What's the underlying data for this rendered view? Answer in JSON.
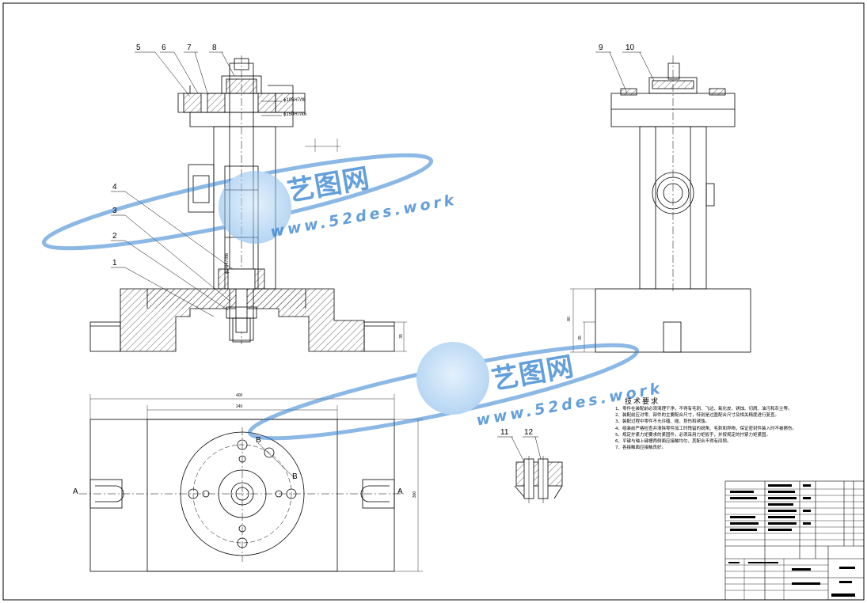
{
  "drawing": {
    "part_numbers": [
      "1",
      "2",
      "3",
      "4",
      "5",
      "6",
      "7",
      "8",
      "9",
      "10",
      "11",
      "12"
    ],
    "tolerances": {
      "fit_1": "ϕ105H7/f6",
      "fit_2": "ϕ150H7/k6",
      "fit_3": "ϕ34H7/h6"
    },
    "section_markers": {
      "a_left": "A",
      "a_right": "A",
      "b_top": "B",
      "b_bottom": "B"
    },
    "dimensions": {
      "height_1": "35",
      "height_2": "80",
      "height_3": "35",
      "width_overall": "400",
      "width_inner": "240",
      "depth": "300"
    }
  },
  "tech_requirements": {
    "title": "技术要求",
    "items": [
      "1、零件在装配前必须清理干净，不得有毛刺、飞边、氧化皮、锈蚀、切屑、油污和灰尘等。",
      "2、装配前应对零、部件的主要配合尺寸，特别是过盈配合尺寸及相关精度进行复查。",
      "3、装配过程中零件不允许磕、碰、划伤和锈蚀。",
      "4、组装前严格检查并清除零件加工时残留的锐角、毛刺和异物，保证密封件装入时不被擦伤。",
      "5、规定拧紧力矩要求的紧固件，必须采用力矩扳手，并按规定的拧紧力矩紧固。",
      "6、平键与轴上键槽两侧面应接触均匀，其配合不得有间隙。",
      "7、各接触面应接触良好。"
    ]
  },
  "watermarks": [
    {
      "cn": "艺图网",
      "url": "www.52des.work"
    },
    {
      "cn": "艺图网",
      "url": "www.52des.work"
    }
  ],
  "colors": {
    "line": "#000000",
    "watermark": "#2f7fd0",
    "background": "#ffffff"
  }
}
